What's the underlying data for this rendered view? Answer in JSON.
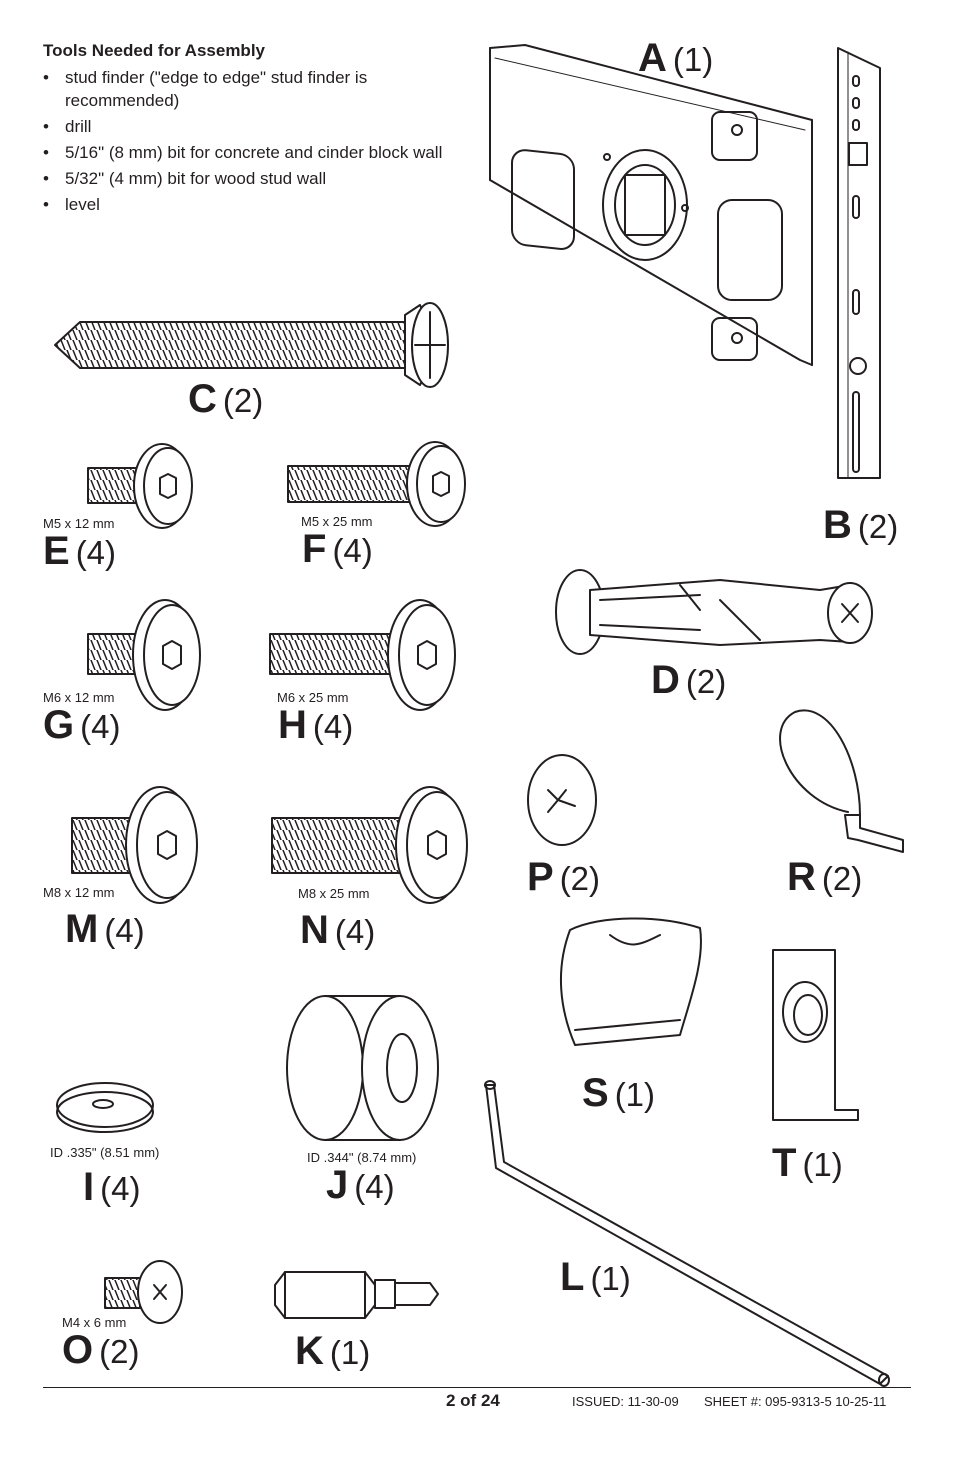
{
  "tools": {
    "title": "Tools Needed for Assembly",
    "items": [
      "stud finder (\"edge to edge\" stud finder is recommended)",
      "drill",
      "5/16\" (8 mm) bit for concrete and cinder block wall",
      "5/32\" (4 mm) bit for wood stud wall",
      "level"
    ]
  },
  "parts": {
    "A": {
      "letter": "A",
      "qty": "(1)"
    },
    "B": {
      "letter": "B",
      "qty": "(2)"
    },
    "C": {
      "letter": "C",
      "qty": "(2)"
    },
    "D": {
      "letter": "D",
      "qty": "(2)"
    },
    "E": {
      "letter": "E",
      "qty": "(4)",
      "spec": "M5 x 12 mm"
    },
    "F": {
      "letter": "F",
      "qty": "(4)",
      "spec": "M5 x 25 mm"
    },
    "G": {
      "letter": "G",
      "qty": "(4)",
      "spec": "M6 x 12 mm"
    },
    "H": {
      "letter": "H",
      "qty": "(4)",
      "spec": "M6 x 25 mm"
    },
    "M": {
      "letter": "M",
      "qty": "(4)",
      "spec": "M8 x 12 mm"
    },
    "N": {
      "letter": "N",
      "qty": "(4)",
      "spec": "M8 x 25 mm"
    },
    "P": {
      "letter": "P",
      "qty": "(2)"
    },
    "R": {
      "letter": "R",
      "qty": "(2)"
    },
    "S": {
      "letter": "S",
      "qty": "(1)"
    },
    "T": {
      "letter": "T",
      "qty": "(1)"
    },
    "I": {
      "letter": "I",
      "qty": "(4)",
      "spec": "ID .335\" (8.51 mm)"
    },
    "J": {
      "letter": "J",
      "qty": "(4)",
      "spec": "ID .344\" (8.74 mm)"
    },
    "L": {
      "letter": "L",
      "qty": "(1)"
    },
    "O": {
      "letter": "O",
      "qty": "(2)",
      "spec": "M4 x 6 mm"
    },
    "K": {
      "letter": "K",
      "qty": "(1)"
    }
  },
  "footer": {
    "page": "2 of 24",
    "issued": "ISSUED: 11-30-09",
    "sheet": "SHEET #: 095-9313-5  10-25-11"
  }
}
